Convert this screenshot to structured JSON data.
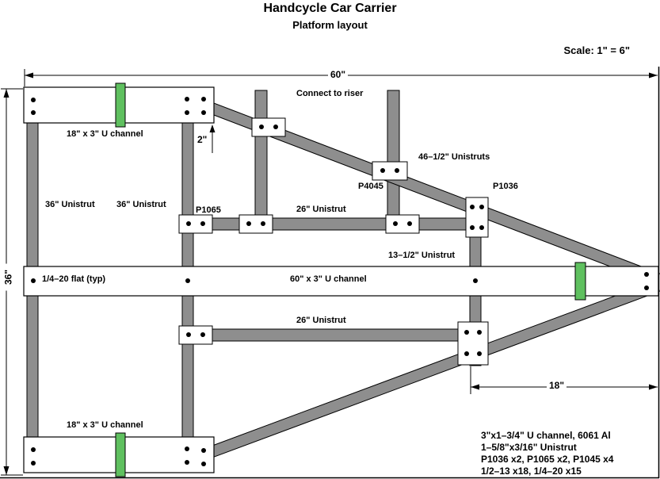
{
  "title": "Handcycle Car Carrier",
  "subtitle": "Platform layout",
  "scale_note": "Scale: 1\" = 6\"",
  "dimensions": {
    "overall_width": "60\"",
    "overall_height": "36\"",
    "riser_gap": "2\"",
    "tongue": "18\""
  },
  "labels": {
    "connect_to_riser": "Connect to riser",
    "top_channel": "18\" x 3\" U channel",
    "bottom_channel": "18\" x 3\" U channel",
    "main_channel": "60\" x 3\" U channel",
    "diagonals": "46–1/2\" Unistruts",
    "vertical_left": "36\" Unistrut",
    "vertical_inner": "36\" Unistrut",
    "cross_top": "26\" Unistrut",
    "cross_bottom": "26\" Unistrut",
    "short_vertical": "13–1/2\" Unistrut",
    "plate_p4045": "P4045",
    "plate_p1036": "P1036",
    "plate_p1065": "P1065",
    "fastener": "1/4–20 flat (typ)"
  },
  "notes": [
    "3\"x1–3/4\" U channel, 6061 Al",
    "1–5/8\"x3/16\" Unistrut",
    "P1036 x2, P1065 x2, P1045 x4",
    "1/2–13 x18, 1/4–20 x15"
  ],
  "colors": {
    "strut": "#8e8e8e",
    "channel": "#ffffff",
    "clamp": "#5fc05f",
    "line": "#000000"
  }
}
